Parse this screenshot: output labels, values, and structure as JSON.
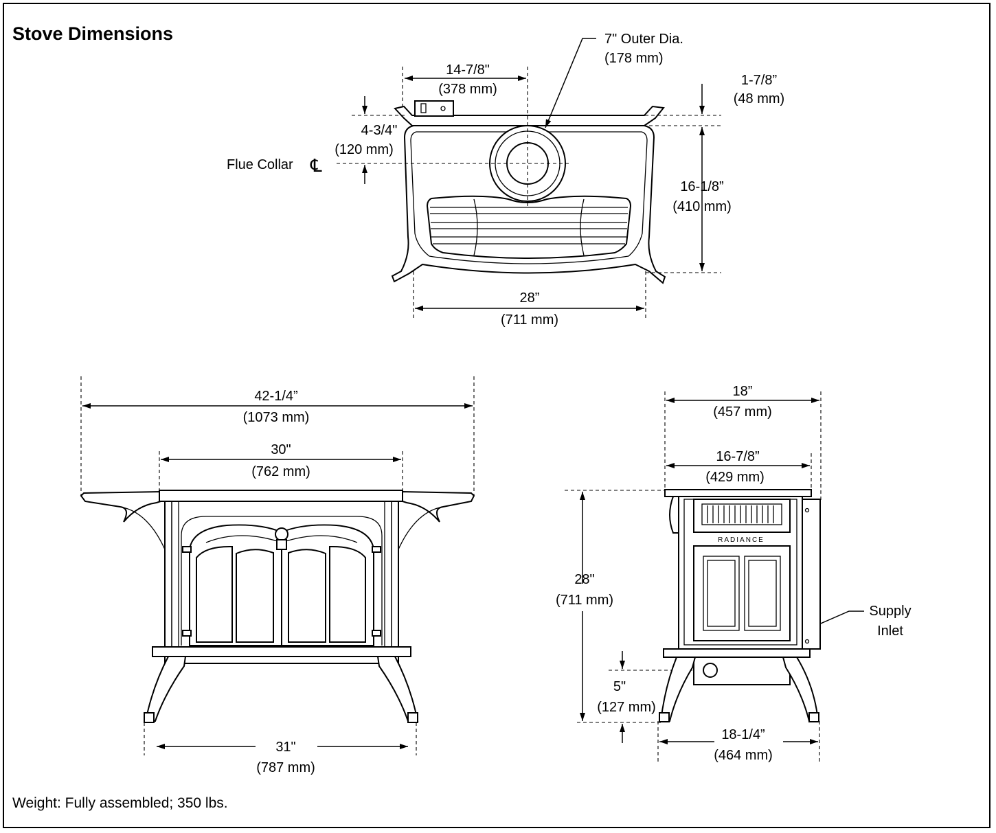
{
  "title": "Stove Dimensions",
  "weight_note": "Weight: Fully assembled; 350 lbs.",
  "top_view": {
    "flue_outer_dia": [
      "7\" Outer Dia.",
      "(178 mm)"
    ],
    "flue_offset": [
      "14-7/8\"",
      "(378 mm)"
    ],
    "top_edge": [
      "1-7/8”",
      "(48 mm)"
    ],
    "flue_centerline": [
      "4-3/4\"",
      "(120 mm)"
    ],
    "flue_collar_label": "Flue Collar",
    "centerline_symbol": "℄",
    "depth": [
      "16-1/8”",
      "(410 mm)"
    ],
    "width": [
      "28”",
      "(711 mm)"
    ]
  },
  "front_view": {
    "overall_width": [
      "42-1/4”",
      "(1073 mm)"
    ],
    "top_width": [
      "30\"",
      "(762 mm)"
    ],
    "leg_width": [
      "31\"",
      "(787 mm)"
    ]
  },
  "side_view": {
    "overall_depth": [
      "18”",
      "(457 mm)"
    ],
    "top_depth": [
      "16-7/8”",
      "(429 mm)"
    ],
    "height": [
      "28\"",
      "(711 mm)"
    ],
    "inlet_height": [
      "5\"",
      "(127 mm)"
    ],
    "leg_depth": [
      "18-1/4”",
      "(464 mm)"
    ],
    "supply_inlet": [
      "Supply",
      "Inlet"
    ],
    "brand_plate": "RADIANCE"
  }
}
